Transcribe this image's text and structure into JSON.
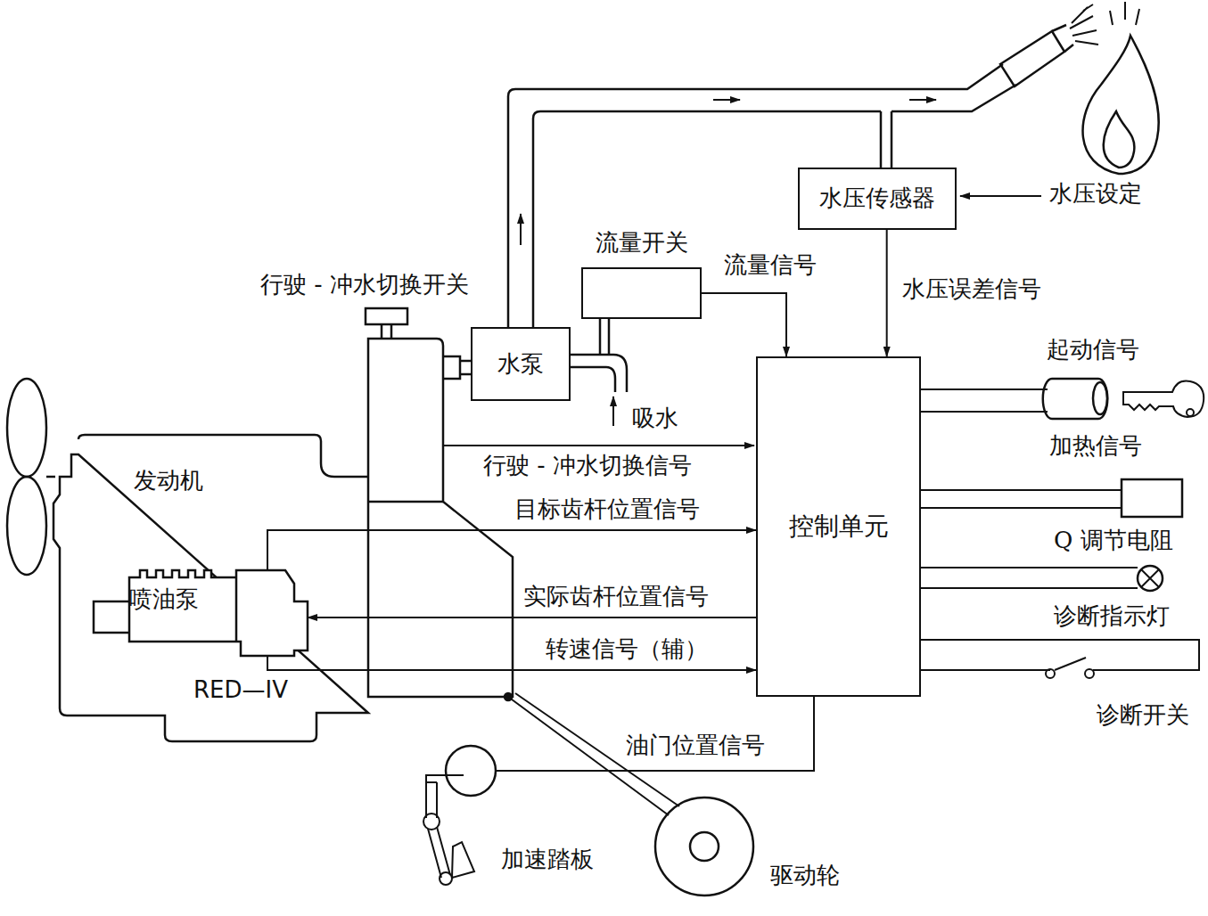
{
  "diagram": {
    "nodes": [
      {
        "text": [
          "发动机"
        ]
      },
      {
        "text": [
          "喷油泵"
        ],
        "in": 0
      },
      {
        "text": [
          "水泵"
        ]
      },
      {
        "text": [
          "流量开关"
        ]
      },
      {
        "text": [
          "水压传感器"
        ]
      },
      {
        "text": [
          "控制单元"
        ]
      }
    ],
    "edges": [
      {
        "from": 3,
        "to": 5,
        "label": "流量信号",
        "arrow": "to"
      },
      {
        "from": 4,
        "to": 5,
        "label": "水压误差信号",
        "arrow": "to"
      },
      {
        "from": 1,
        "to": 5,
        "label": "目标齿杆位置信号",
        "arrow": "to"
      },
      {
        "from": 5,
        "to": 1,
        "label": "实际齿杆位置信号",
        "arrow": "to"
      },
      {
        "from": 1,
        "to": 5,
        "label": "转速信号（辅）",
        "arrow": "to"
      }
    ],
    "labels": [
      "行驶 - 冲水切换开关",
      "吸水",
      "水压设定",
      "行驶 - 冲水切换信号",
      "起动信号",
      "加热信号",
      "Q 调节电阻",
      "诊断指示灯",
      "诊断开关",
      "RED—IV",
      "油门位置信号",
      "加速踏板",
      "驱动轮"
    ]
  }
}
